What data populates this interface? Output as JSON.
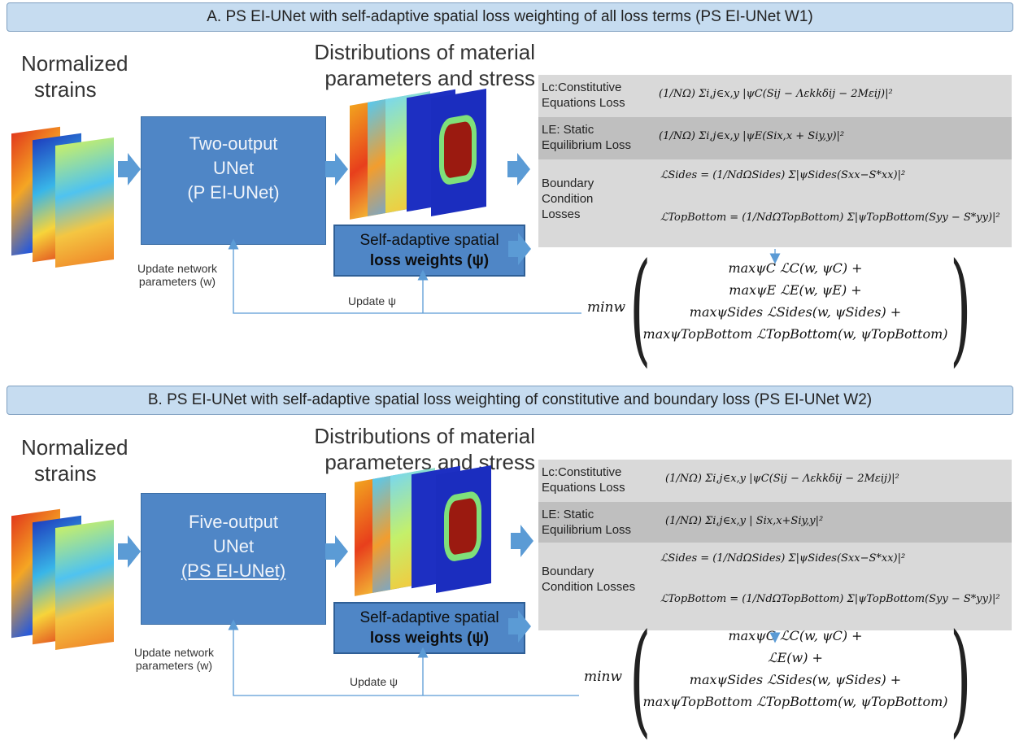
{
  "sectionA": {
    "banner": "A. PS EI-UNet with self-adaptive spatial loss weighting of all loss terms (PS EI-UNet W1)",
    "input_label": [
      "Normalized",
      "strains"
    ],
    "dist_label": [
      "Distributions of material",
      "parameters and stress"
    ],
    "unet": [
      "Two-output",
      "UNet",
      "(P EI-UNet)"
    ],
    "sa_box": [
      "Self-adaptive spatial",
      "loss weights (ψ)"
    ],
    "update_net": [
      "Update network",
      "parameters (w)"
    ],
    "update_psi": "Update ψ",
    "loss_c_label": [
      "Lc:Constitutive",
      "Equations Loss"
    ],
    "loss_c_eq": "(1/NΩ) Σi,j∈x,y |ψC(Sij − Λεkkδij − 2Mεij)|²",
    "loss_e_label": [
      "LE: Static",
      "Equilibrium Loss"
    ],
    "loss_e_eq": "(1/NΩ) Σi,j∈x,y |ψE(Six,x + Siy,y)|²",
    "bc_label": [
      "Boundary",
      "Condition",
      "Losses"
    ],
    "bc_sides_eq": "ℒSides = (1/NdΩSides) Σ|ψSides(Sxx−S*xx)|²",
    "bc_tb_eq": "ℒTopBottom = (1/NdΩTopBottom) Σ|ψTopBottom(Syy − S*yy)|²",
    "min_w": "minw",
    "obj": [
      "maxψC ℒC(w, ψC) +",
      "maxψE ℒE(w, ψE) +",
      "maxψSides ℒSides(w, ψSides) +",
      "maxψTopBottom ℒTopBottom(w, ψTopBottom)"
    ]
  },
  "sectionB": {
    "banner": "B. PS EI-UNet with self-adaptive spatial loss weighting of constitutive and boundary loss (PS EI-UNet W2)",
    "input_label": [
      "Normalized",
      "strains"
    ],
    "dist_label": [
      "Distributions of material",
      "parameters and stress"
    ],
    "unet": [
      "Five-output",
      "UNet",
      "(PS EI-UNet)"
    ],
    "sa_box": [
      "Self-adaptive spatial",
      "loss weights (ψ)"
    ],
    "update_net": [
      "Update network",
      "parameters (w)"
    ],
    "update_psi": "Update ψ",
    "loss_c_label": [
      "Lc:Constitutive",
      "Equations Loss"
    ],
    "loss_c_eq": "(1/NΩ) Σi,j∈x,y |ψC(Sij − Λεkkδij − 2Mεij)|²",
    "loss_e_label": [
      "LE: Static",
      "Equilibrium Loss"
    ],
    "loss_e_eq": "(1/NΩ) Σi,j∈x,y | Six,x+Siy,y|²",
    "bc_label": [
      "Boundary",
      "Condition Losses"
    ],
    "bc_sides_eq": "ℒSides = (1/NdΩSides) Σ|ψSides(Sxx−S*xx)|²",
    "bc_tb_eq": "ℒTopBottom = (1/NdΩTopBottom) Σ|ψTopBottom(Syy − S*yy)|²",
    "min_w": "minw",
    "obj": [
      "maxψC ℒC(w, ψC) +",
      "ℒE(w) +",
      "maxψSides ℒSides(w, ψSides) +",
      "maxψTopBottom ℒTopBottom(w, ψTopBottom)"
    ]
  },
  "colors": {
    "banner_bg": "#c6dcf0",
    "box": "#4f86c6",
    "panel_light": "#d9d9d9",
    "panel_dark": "#bfbfbf"
  }
}
